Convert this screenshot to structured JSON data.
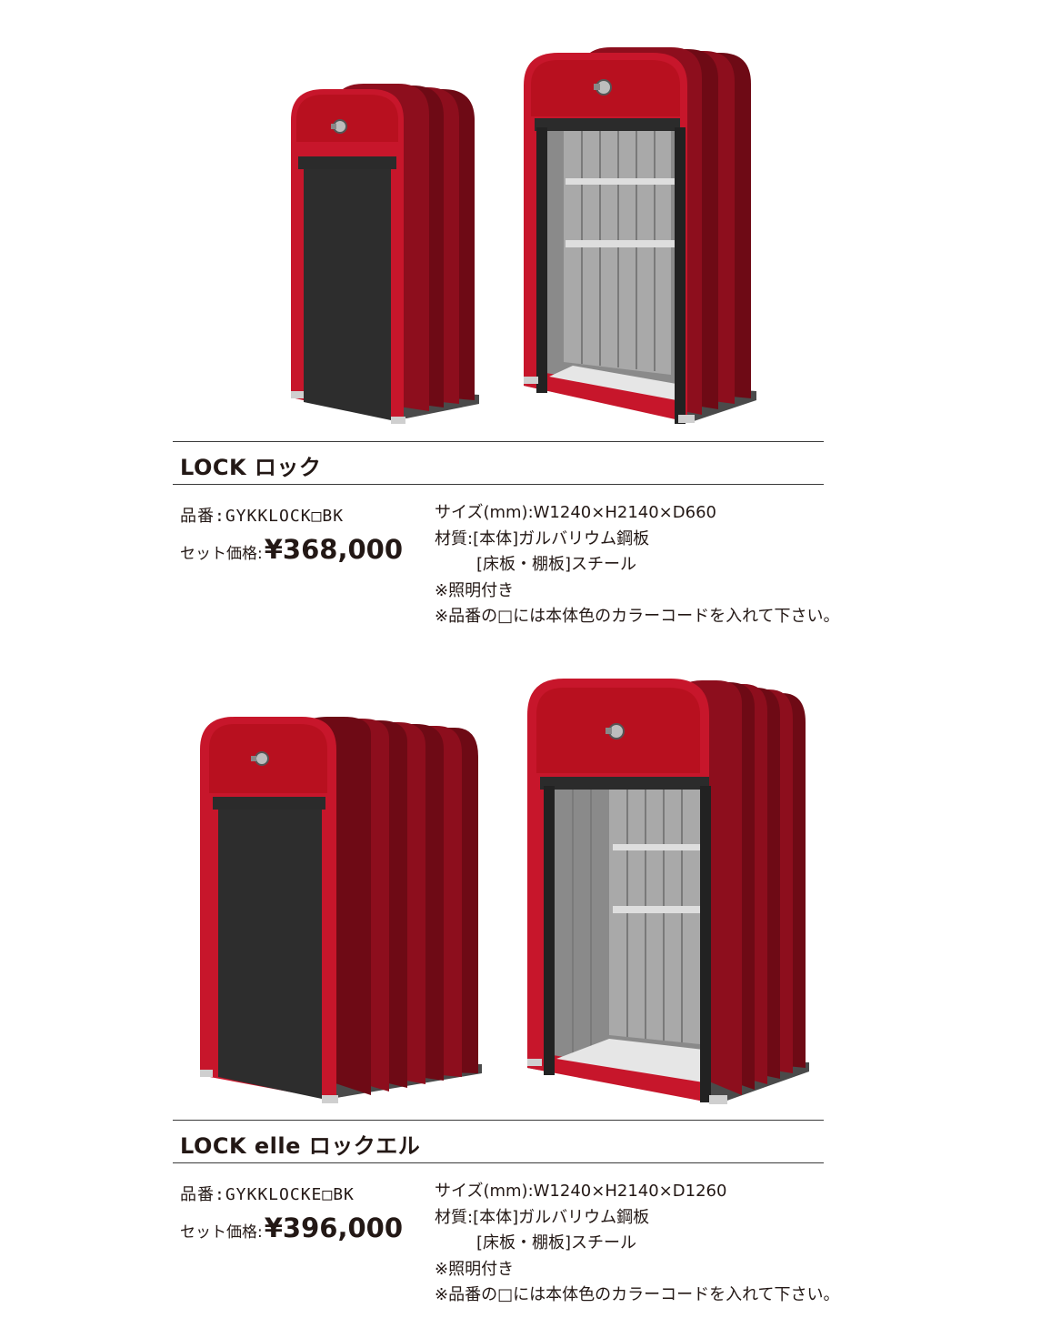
{
  "colors": {
    "body_red": "#c7162b",
    "dark": "#222222",
    "accent_highlight": "#d7ecf8"
  },
  "products": [
    {
      "title": "LOCK ロック",
      "part_number": "品番:GYKKLOCK□BK",
      "price_label": "セット価格:",
      "price": "¥368,000",
      "size": "サイズ(mm):W1240×H2140×D660",
      "material_line1": "材質:[本体]ガルバリウム鋼板",
      "material_line2": "[床板・棚板]スチール",
      "note_lighting": "※照明付き",
      "note_color": "※品番の□には本体色のカラーコードを入れて下さい。"
    },
    {
      "title": "LOCK elle ロックエル",
      "part_number": "品番:GYKKLOCKE□BK",
      "price_label": "セット価格:",
      "price": "¥396,000",
      "size": "サイズ(mm):W1240×H2140×D1260",
      "material_line1": "材質:[本体]ガルバリウム鋼板",
      "material_line2": "[床板・棚板]スチール",
      "note_lighting": "※照明付き",
      "note_color": "※品番の□には本体色のカラーコードを入れて下さい。"
    }
  ]
}
